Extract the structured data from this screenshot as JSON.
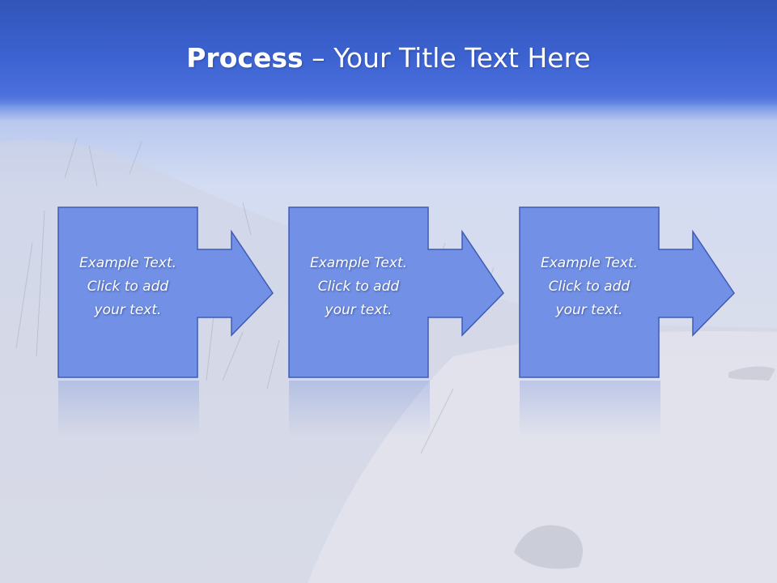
{
  "slide": {
    "title_strong": "Process",
    "title_rest": " – Your Title Text Here"
  },
  "steps": [
    {
      "line1": "Example Text.",
      "line2": "Click  to add",
      "line3": "your text."
    },
    {
      "line1": "Example Text.",
      "line2": "Click  to add",
      "line3": "your text."
    },
    {
      "line1": "Example Text.",
      "line2": "Click  to add",
      "line3": "your text."
    }
  ],
  "colors": {
    "header": "#3d63d2",
    "box_fill": "#7190e6",
    "box_stroke": "#3f5bb5",
    "text": "#ffffff"
  }
}
